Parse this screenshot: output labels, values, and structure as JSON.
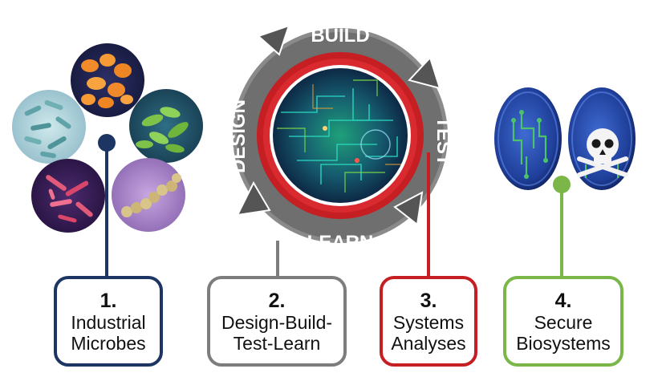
{
  "cycle": {
    "top_label": "BUILD",
    "left_label": "DESIGN",
    "right_label": "TEST",
    "bottom_label": "LEARN"
  },
  "boxes": [
    {
      "number": "1.",
      "label": "Industrial\nMicrobes",
      "color": "#1d3563"
    },
    {
      "number": "2.",
      "label": "Design-Build-\nTest-Learn",
      "color": "#7d7d7d"
    },
    {
      "number": "3.",
      "label": "Systems\nAnalyses",
      "color": "#c51f24"
    },
    {
      "number": "4.",
      "label": "Secure\nBiosystems",
      "color": "#7ab648"
    }
  ],
  "icons": {
    "microbes": [
      "bacteria-rods-icon",
      "yeast-cells-icon",
      "green-bacteria-icon",
      "pink-bacteria-icon",
      "bead-chain-bacteria-icon"
    ],
    "cycle": "circuit-chip-icon",
    "secure": [
      "cell-with-circuit-icon",
      "cell-with-skull-icon"
    ]
  }
}
